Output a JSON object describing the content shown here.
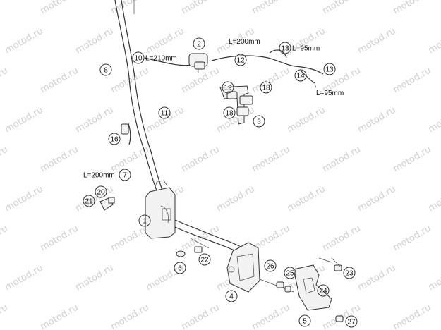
{
  "watermark": "motod.ru",
  "callouts": [
    "1",
    "2",
    "3",
    "4",
    "5",
    "6",
    "7",
    "8",
    "10",
    "11",
    "12",
    "13",
    "13",
    "14",
    "16",
    "18",
    "18",
    "19",
    "20",
    "21",
    "22",
    "23",
    "24",
    "25",
    "26",
    "27"
  ],
  "lengths": {
    "hose_10": "L=210mm",
    "hose_12": "L=200mm",
    "hose_13a": "L=95mm",
    "hose_13b": "L=95mm",
    "hose_7": "L=200mm"
  }
}
